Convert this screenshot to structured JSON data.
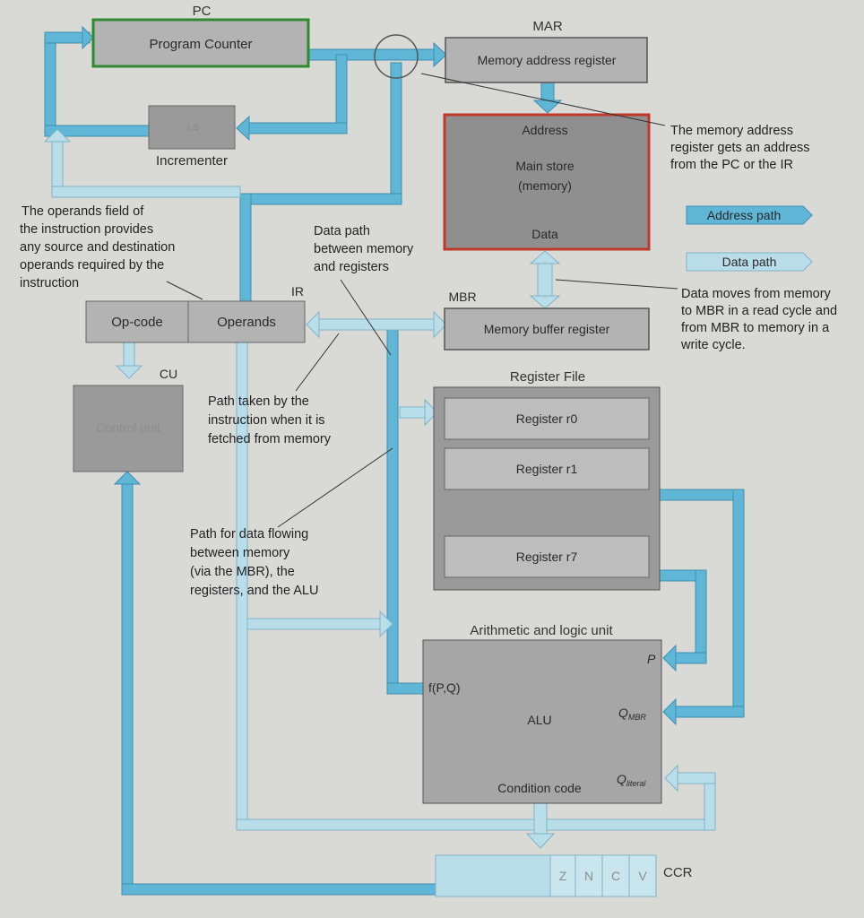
{
  "labels": {
    "pc_title": "PC",
    "program_counter": "Program Counter",
    "mar_title": "MAR",
    "memory_address_register": "Memory address register",
    "incrementer_value": "+4",
    "incrementer": "Incrementer",
    "address": "Address",
    "main_store_line1": "Main store",
    "main_store_line2": "(memory)",
    "data": "Data",
    "ir_title": "IR",
    "op_code": "Op-code",
    "operands": "Operands",
    "mbr_title": "MBR",
    "memory_buffer_register": "Memory buffer register",
    "cu_title": "CU",
    "control_unit": "Control unit",
    "register_file": "Register File",
    "register_r0": "Register r0",
    "register_r1": "Register r1",
    "register_r7": "Register r7",
    "alu_title": "Arithmetic and logic unit",
    "alu": "ALU",
    "p_input": "P",
    "q_mbr_main": "Q",
    "q_mbr_sub": "MBR",
    "q_literal_main": "Q",
    "q_literal_sub": "literal",
    "f_pq": "f(P,Q)",
    "condition_code": "Condition code",
    "ccr": "CCR",
    "flags": [
      "Z",
      "N",
      "C",
      "V"
    ]
  },
  "legend": {
    "address_path": "Address path",
    "data_path": "Data path"
  },
  "annotations": {
    "mar_note": [
      "The memory address",
      "register gets an address",
      "from the PC or the IR"
    ],
    "operands_note": [
      "The operands field of",
      "the instruction provides",
      "any source and destination",
      "operands required by the",
      "instruction"
    ],
    "data_path_note": [
      "Data path",
      "between memory",
      "and registers"
    ],
    "mbr_note": [
      "Data moves from memory",
      "to MBR in a read cycle and",
      "from MBR to memory in a",
      "write cycle."
    ],
    "fetch_note": [
      "Path taken by the",
      "instruction when it is",
      "fetched from memory"
    ],
    "alu_path_note": [
      "Path for data flowing",
      "between memory",
      "(via the MBR), the",
      "registers, and the ALU"
    ]
  },
  "colors": {
    "address_path": "#5fb6d6",
    "data_path": "#b9dde9",
    "box_fill": "#b3b3b3",
    "box_dark": "#8f8f8f",
    "pc_border": "#2e8b2e",
    "memory_border": "#c0392b",
    "background": "#d9d9d6"
  }
}
